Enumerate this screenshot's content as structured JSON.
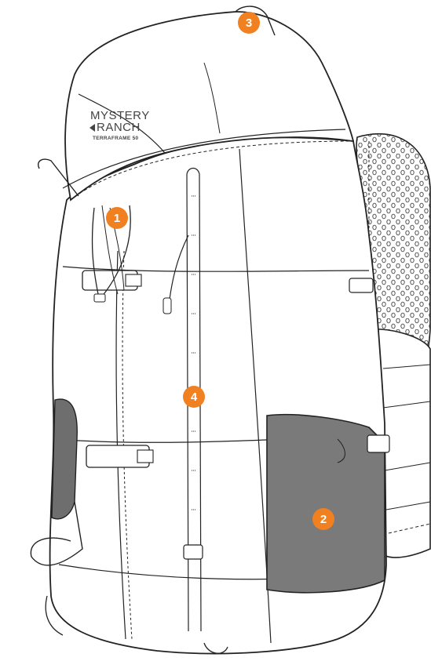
{
  "brand": {
    "line1": "MYSTERY",
    "line2": "RANCH",
    "model": "TERRAFRAME 50"
  },
  "callouts": [
    {
      "label": "1"
    },
    {
      "label": "2"
    },
    {
      "label": "3"
    },
    {
      "label": "4"
    }
  ],
  "colors": {
    "callout": "#f08020",
    "outline": "#222222",
    "pocket": "#7a7a7a",
    "strap_dots": "#444444"
  }
}
